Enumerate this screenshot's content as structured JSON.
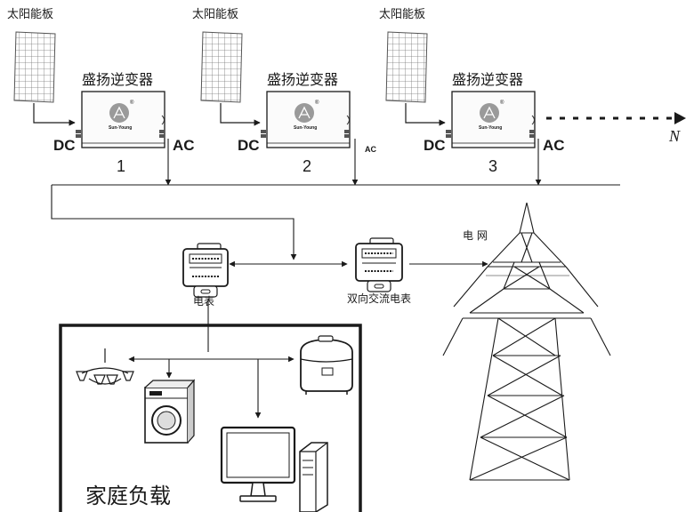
{
  "solar_panel_label": "太阳能板",
  "inverters": [
    {
      "name": "盛扬逆变器",
      "number": "1",
      "dc_label": "DC",
      "ac_label": "AC",
      "brand": "Sun-Young",
      "reg_mark": "®"
    },
    {
      "name": "盛扬逆变器",
      "number": "2",
      "dc_label": "DC",
      "ac_label": "AC",
      "brand": "Sun-Young",
      "reg_mark": "®"
    },
    {
      "name": "盛扬逆变器",
      "number": "3",
      "dc_label": "DC",
      "ac_label": "AC",
      "brand": "Sun-Young",
      "reg_mark": "®"
    }
  ],
  "continuation_label": "N",
  "meter_label": "电表",
  "bidirectional_meter_label": "双向交流电表",
  "grid_label": "电 网",
  "home_load_label": "家庭负载",
  "colors": {
    "line": "#1a1a1a",
    "panel_fill": "#f4f4f4",
    "device_fill": "#fbfbfb",
    "logo_fill": "#9a9a9a"
  }
}
